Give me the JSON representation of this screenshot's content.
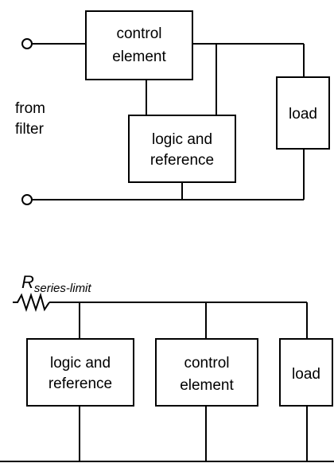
{
  "top_circuit": {
    "input_label_line1": "from",
    "input_label_line2": "filter",
    "blocks": {
      "control_element": [
        "control",
        "element"
      ],
      "logic_and_reference": [
        "logic and",
        "reference"
      ],
      "load": [
        "load"
      ]
    }
  },
  "bottom_circuit": {
    "resistor_symbol": "R",
    "resistor_subscript": "series-limit",
    "blocks": {
      "logic_and_reference": [
        "logic and",
        "reference"
      ],
      "control_element": [
        "control",
        "element"
      ],
      "load": [
        "load"
      ]
    }
  }
}
